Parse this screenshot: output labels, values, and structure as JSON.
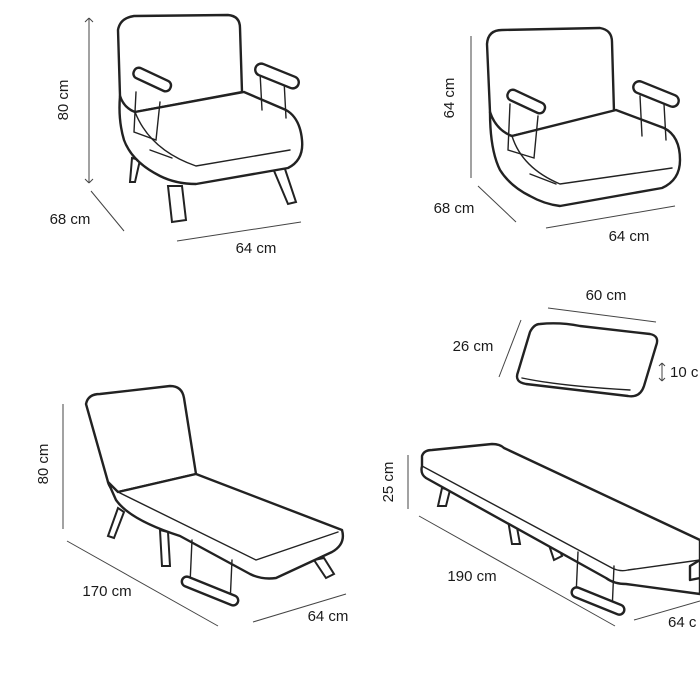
{
  "views": [
    {
      "name": "armchair",
      "dims": {
        "height": "80 cm",
        "depth": "68 cm",
        "width": "64 cm"
      }
    },
    {
      "name": "armchair-low",
      "dims": {
        "height": "64 cm",
        "depth": "68 cm",
        "width": "64 cm"
      }
    },
    {
      "name": "pillow",
      "dims": {
        "width": "60 cm",
        "depth": "26 cm",
        "height": "10 c"
      }
    },
    {
      "name": "lounger",
      "dims": {
        "height": "80 cm",
        "length": "170 cm",
        "width": "64 cm"
      }
    },
    {
      "name": "bed",
      "dims": {
        "height": "25 cm",
        "length": "190 cm",
        "width": "64 c"
      }
    }
  ]
}
